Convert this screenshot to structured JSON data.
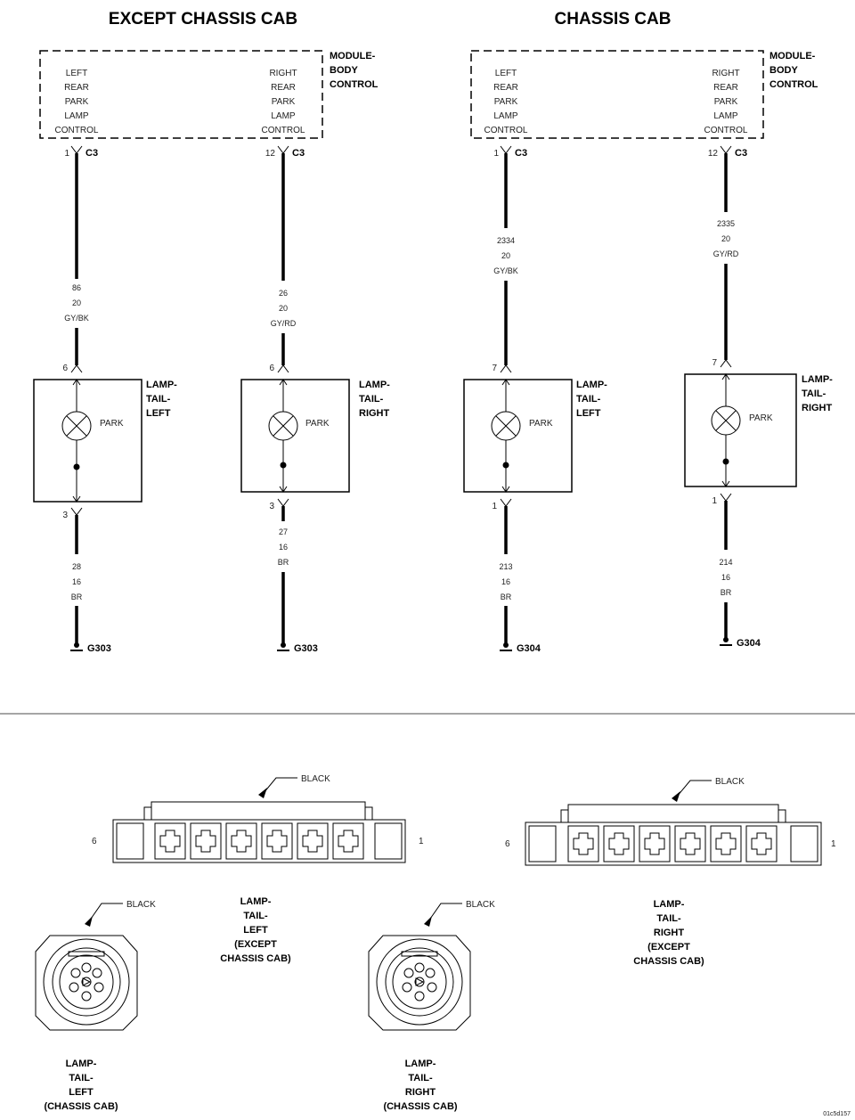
{
  "sections": [
    {
      "header": "EXCEPT CHASSIS CAB",
      "module_label": [
        "MODULE-",
        "BODY",
        "CONTROL"
      ],
      "circuits": [
        {
          "pin_label": [
            "LEFT",
            "REAR",
            "PARK",
            "LAMP",
            "CONTROL"
          ],
          "module_pin": "1",
          "connector": "C3",
          "circuit_number": "86",
          "gauge": "20",
          "color": "GY/BK",
          "lamp_pin_top": "6",
          "lamp_label": [
            "LAMP-",
            "TAIL-",
            "LEFT"
          ],
          "bulb": "PARK",
          "lamp_pin_bottom": "3",
          "ground_circuit": "28",
          "ground_gauge": "16",
          "ground_color": "BR",
          "ground": "G303"
        },
        {
          "pin_label": [
            "RIGHT",
            "REAR",
            "PARK",
            "LAMP",
            "CONTROL"
          ],
          "module_pin": "12",
          "connector": "C3",
          "circuit_number": "26",
          "gauge": "20",
          "color": "GY/RD",
          "lamp_pin_top": "6",
          "lamp_label": [
            "LAMP-",
            "TAIL-",
            "RIGHT"
          ],
          "bulb": "PARK",
          "lamp_pin_bottom": "3",
          "ground_circuit": "27",
          "ground_gauge": "16",
          "ground_color": "BR",
          "ground": "G303"
        }
      ]
    },
    {
      "header": "CHASSIS CAB",
      "module_label": [
        "MODULE-",
        "BODY",
        "CONTROL"
      ],
      "circuits": [
        {
          "pin_label": [
            "LEFT",
            "REAR",
            "PARK",
            "LAMP",
            "CONTROL"
          ],
          "module_pin": "1",
          "connector": "C3",
          "circuit_number": "2334",
          "gauge": "20",
          "color": "GY/BK",
          "lamp_pin_top": "7",
          "lamp_label": [
            "LAMP-",
            "TAIL-",
            "LEFT"
          ],
          "bulb": "PARK",
          "lamp_pin_bottom": "1",
          "ground_circuit": "213",
          "ground_gauge": "16",
          "ground_color": "BR",
          "ground": "G304"
        },
        {
          "pin_label": [
            "RIGHT",
            "REAR",
            "PARK",
            "LAMP",
            "CONTROL"
          ],
          "module_pin": "12",
          "connector": "C3",
          "circuit_number": "2335",
          "gauge": "20",
          "color": "GY/RD",
          "lamp_pin_top": "7",
          "lamp_label": [
            "LAMP-",
            "TAIL-",
            "RIGHT"
          ],
          "bulb": "PARK",
          "lamp_pin_bottom": "1",
          "ground_circuit": "214",
          "ground_gauge": "16",
          "ground_color": "BR",
          "ground": "G304"
        }
      ]
    }
  ],
  "connectors": {
    "flat_left": {
      "color": "BLACK",
      "pin_left": "6",
      "pin_right": "1",
      "caption": [
        "LAMP-",
        "TAIL-",
        "LEFT",
        "(EXCEPT",
        "CHASSIS CAB)"
      ]
    },
    "flat_right": {
      "color": "BLACK",
      "pin_left": "6",
      "pin_right": "1",
      "caption": [
        "LAMP-",
        "TAIL-",
        "RIGHT",
        "(EXCEPT",
        "CHASSIS CAB)"
      ]
    },
    "round_left": {
      "color": "BLACK",
      "caption": [
        "LAMP-",
        "TAIL-",
        "LEFT",
        "(CHASSIS CAB)"
      ]
    },
    "round_right": {
      "color": "BLACK",
      "caption": [
        "LAMP-",
        "TAIL-",
        "RIGHT",
        "(CHASSIS CAB)"
      ]
    }
  },
  "figure_id": "01c5d157"
}
